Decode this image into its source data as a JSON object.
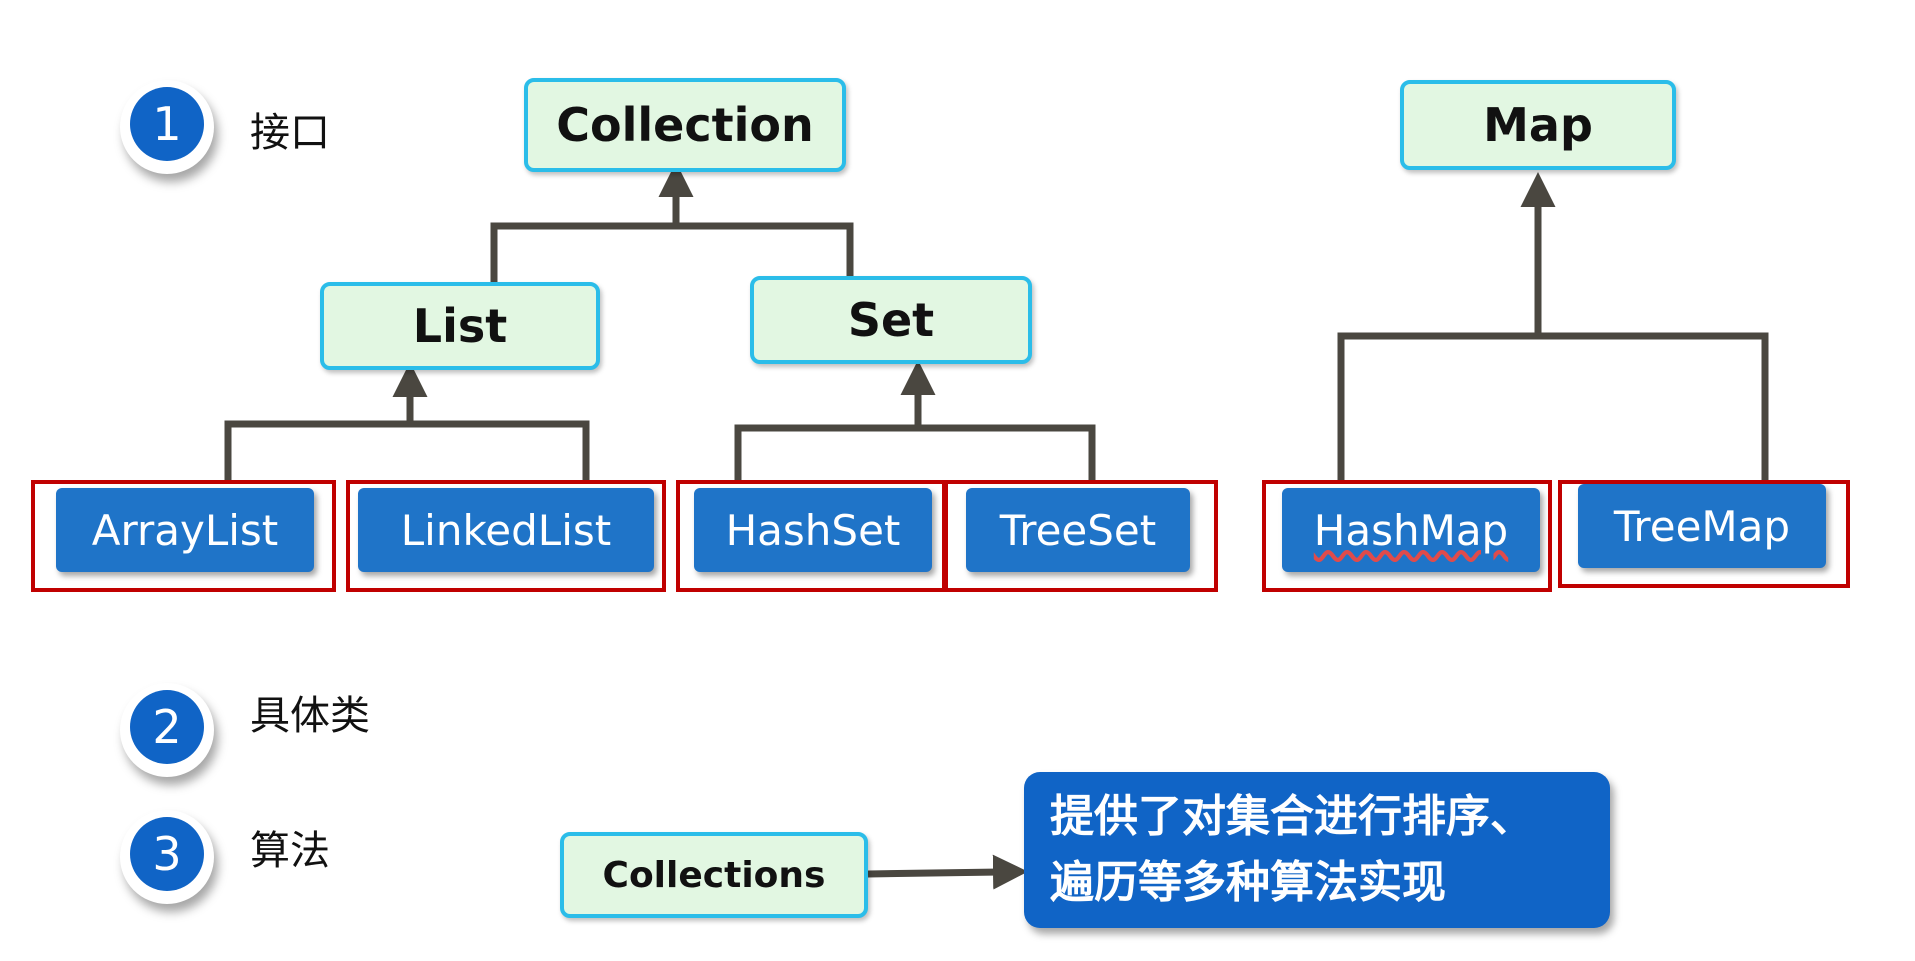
{
  "steps": [
    {
      "number": "1",
      "label": "接口"
    },
    {
      "number": "2",
      "label": "具体类"
    },
    {
      "number": "3",
      "label": "算法"
    }
  ],
  "interfaces": {
    "collection": "Collection",
    "list": "List",
    "set": "Set",
    "map": "Map"
  },
  "classes": {
    "arraylist": "ArrayList",
    "linkedlist": "LinkedList",
    "hashset": "HashSet",
    "treeset": "TreeSet",
    "hashmap": "HashMap",
    "treemap": "TreeMap"
  },
  "algorithms": {
    "collections": "Collections",
    "description_line1": "提供了对集合进行排序、",
    "description_line2": "遍历等多种算法实现"
  },
  "colors": {
    "interface_fill": "#e2f7e2",
    "interface_border": "#2bbde9",
    "class_fill": "#1f74c8",
    "class_frame": "#c00000",
    "connector": "#4a4740",
    "badge": "#1064c6"
  }
}
